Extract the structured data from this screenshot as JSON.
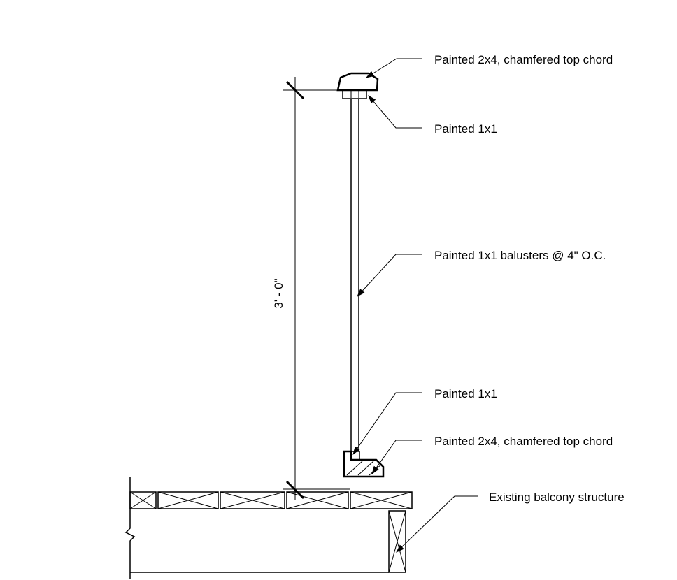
{
  "dimension": {
    "value": "3' - 0\""
  },
  "callouts": [
    {
      "id": "top-chord",
      "text": "Painted 2x4, chamfered top chord"
    },
    {
      "id": "top-nailer",
      "text": "Painted 1x1"
    },
    {
      "id": "balusters",
      "text": "Painted 1x1 balusters @ 4\" O.C."
    },
    {
      "id": "bottom-nailer",
      "text": "Painted 1x1"
    },
    {
      "id": "bottom-chord",
      "text": "Painted 2x4, chamfered top chord"
    },
    {
      "id": "balcony",
      "text": "Existing balcony structure"
    }
  ]
}
